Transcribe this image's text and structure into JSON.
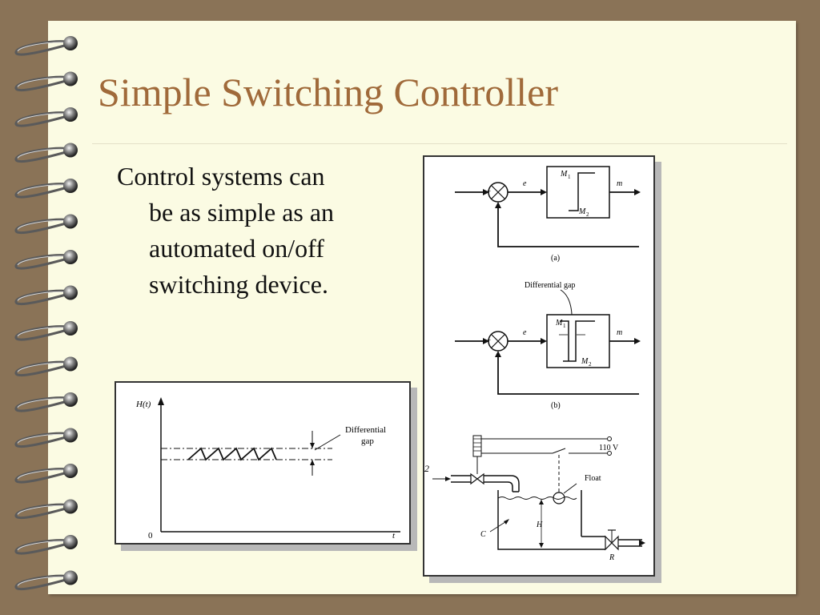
{
  "slide": {
    "title": "Simple Switching Controller",
    "bullet": {
      "line1": "Control systems can",
      "line2": "be as simple as an",
      "line3": "automated on/off",
      "line4": "switching device."
    }
  },
  "figure_left": {
    "y_axis_label": "H(t)",
    "origin_label": "0",
    "x_axis_label": "t",
    "annotation_line1": "Differential",
    "annotation_line2": "gap"
  },
  "figure_right": {
    "a": {
      "plus": "+",
      "minus": "−",
      "e": "e",
      "m": "m",
      "M1": "M",
      "M1_sub": "1",
      "M2": "M",
      "M2_sub": "2",
      "caption": "(a)"
    },
    "b": {
      "gap_label": "Differential gap",
      "plus": "+",
      "minus": "−",
      "e": "e",
      "m": "m",
      "M1": "M",
      "M1_sub": "1",
      "M2": "M",
      "M2_sub": "2",
      "caption": "(b)"
    },
    "c": {
      "input_label": "2",
      "voltage": "110 V",
      "float": "Float",
      "C": "C",
      "H": "H",
      "R": "R"
    }
  },
  "colors": {
    "background": "#8a7357",
    "paper": "#fbfbe3",
    "title": "#a06a3a",
    "text": "#111111"
  }
}
